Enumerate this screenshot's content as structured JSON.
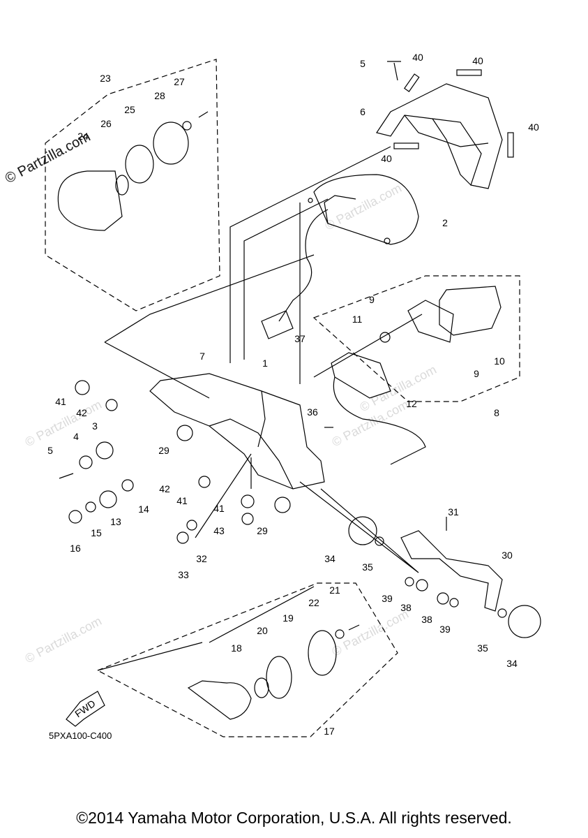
{
  "diagram": {
    "callouts": [
      "1",
      "2",
      "3",
      "4",
      "5",
      "5",
      "6",
      "7",
      "8",
      "9",
      "9",
      "10",
      "11",
      "12",
      "13",
      "14",
      "15",
      "16",
      "17",
      "18",
      "19",
      "20",
      "21",
      "22",
      "23",
      "24",
      "25",
      "26",
      "27",
      "28",
      "29",
      "29",
      "30",
      "31",
      "32",
      "33",
      "34",
      "34",
      "35",
      "35",
      "36",
      "37",
      "38",
      "38",
      "39",
      "39",
      "40",
      "40",
      "40",
      "40",
      "41",
      "41",
      "41",
      "42",
      "42",
      "43"
    ],
    "fwd_label": "FWD",
    "diagram_code": "5PXA100-C400",
    "watermark_side": "© Partzilla.com",
    "watermark_text": "© Partzilla.com"
  },
  "footer": {
    "copyright": "©2014 Yamaha Motor Corporation, U.S.A. All rights reserved."
  }
}
